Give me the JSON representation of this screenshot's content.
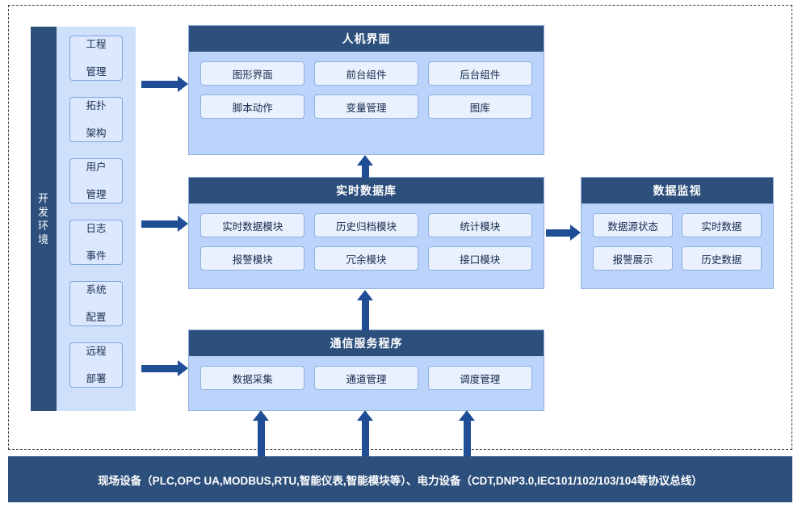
{
  "frame": {
    "dev_env_label": "开发环境"
  },
  "dev_items": [
    {
      "line1": "工程",
      "line2": "管理"
    },
    {
      "line1": "拓扑",
      "line2": "架构"
    },
    {
      "line1": "用户",
      "line2": "管理"
    },
    {
      "line1": "日志",
      "line2": "事件"
    },
    {
      "line1": "系统",
      "line2": "配置"
    },
    {
      "line1": "远程",
      "line2": "部署"
    }
  ],
  "panels": {
    "hmi": {
      "title": "人机界面",
      "items": [
        "图形界面",
        "前台组件",
        "后台组件",
        "脚本动作",
        "变量管理",
        "图库"
      ]
    },
    "rtdb": {
      "title": "实时数据库",
      "items": [
        "实时数据模块",
        "历史归档模块",
        "统计模块",
        "报警模块",
        "冗余模块",
        "接口模块"
      ]
    },
    "comm": {
      "title": "通信服务程序",
      "items": [
        "数据采集",
        "通道管理",
        "调度管理"
      ]
    },
    "monitor": {
      "title": "数据监视",
      "items": [
        "数据源状态",
        "实时数据",
        "报警展示",
        "历史数据"
      ]
    }
  },
  "bottom_bar": {
    "text": "现场设备（PLC,OPC UA,MODBUS,RTU,智能仪表,智能模块等）、电力设备（CDT,DNP3.0,IEC101/102/103/104等协议总线）"
  },
  "colors": {
    "dark_blue": "#2d4f7c",
    "panel_bg": "#bcd4fb",
    "chip_bg": "#e9f1fe",
    "arrow": "#1f4e96",
    "border": "#8fb0e0"
  }
}
